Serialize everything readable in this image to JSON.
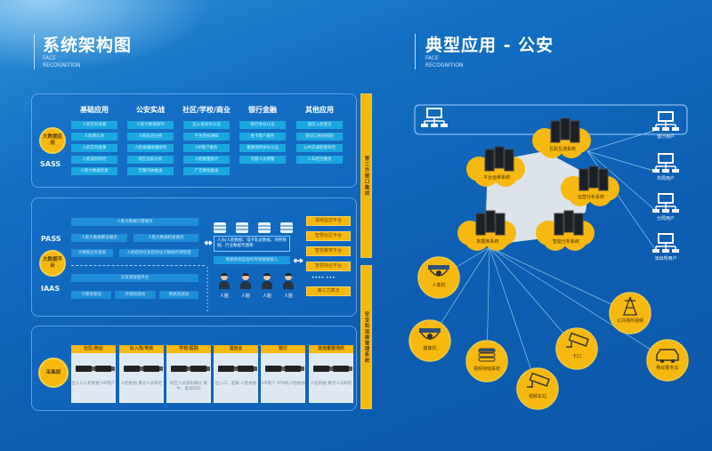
{
  "left": {
    "title": "系统架构图",
    "sub1": "FACE",
    "sub2": "RECOGNITION"
  },
  "right": {
    "title": "典型应用 - 公安",
    "sub1": "FACE",
    "sub2": "RECOGNITION"
  },
  "sass": {
    "layer": "SASS",
    "badge": "大数据应用",
    "columns": [
      {
        "head": "基础应用",
        "items": [
          "人脸实时采集",
          "人脸库比对",
          "人脸实时查重",
          "人脸案例布控",
          "人脸大数据检索"
        ]
      },
      {
        "head": "公安实战",
        "items": [
          "人脸大数据研判",
          "人脸轨迹分析",
          "人脸碰撞碰撞研判",
          "跨区追踪分析",
          "告警归纳推送"
        ]
      },
      {
        "head": "社区/学校/商业",
        "items": [
          "出入境身份认证",
          "学生到校通知",
          "VIP客户服务",
          "人脸数量统计",
          "广告精准推送"
        ]
      },
      {
        "head": "银行金融",
        "items": [
          "银行身份认证",
          "金卡客户服务",
          "重要场所身份认证",
          "可疑人员预警"
        ]
      },
      {
        "head": "其他应用",
        "items": [
          "酒店入住登记",
          "登记口身份核验",
          "公共交通智能布控",
          "人车结合服务"
        ]
      }
    ]
  },
  "paas": {
    "layer": "PASS",
    "badge": "大数据平台",
    "iaas_layer": "IAAS",
    "bars": [
      "人脸大数据引擎服务",
      "人脸大数据算法服务",
      "人脸大数据检索服务",
      "大数据业务系统",
      "人脸结构化及结构化大数据存储管理"
    ],
    "iaas_bars": [
      "云资源管理平台",
      "计算资源池",
      "存储资源池",
      "网络资源池"
    ],
    "data_box": "人员/人脸数据、电子轨迹数据、场所数据、行业数据专题库",
    "db_bar": "数据库类型视作传递数据接入",
    "people": [
      "人脸",
      "人脸",
      "人脸",
      "人脸"
    ],
    "platforms": [
      "视频监控平台",
      "智慧社区平台",
      "智慧教育平台",
      "智慧商业平台",
      "第三方算法"
    ],
    "dots": "•••• •••"
  },
  "vbars": {
    "top": "第三方接口集成",
    "bottom": "安全和运维管理系统"
  },
  "collect": {
    "badge": "采集层",
    "columns": [
      {
        "head": "社区/商业",
        "desc": "出入口人脸抓拍 VIP客户"
      },
      {
        "head": "出入境/地铁",
        "desc": "人脸抓拍 重点人员布控"
      },
      {
        "head": "学校/医院",
        "desc": "校区人员身份确认 黄牛、医闹布控"
      },
      {
        "head": "酒店业",
        "desc": "出入口、走廊 人脸抓拍"
      },
      {
        "head": "银行",
        "desc": "VIP客户 ATM机人脸抓拍"
      },
      {
        "head": "其他重要场所",
        "desc": "人脸抓拍 重点人员布控"
      }
    ]
  },
  "network": {
    "servers": [
      "互联互通系统",
      "平台运维系统",
      "运营分析系统",
      "数据库系统",
      "智能分析系统"
    ],
    "users": [
      "省厅用户",
      "市局用户",
      "分局用户",
      "派出所用户"
    ],
    "devices": [
      "人像机",
      "摄像机",
      "视频存储系统",
      "视频车站",
      "卡口",
      "公共场所视频",
      "移动警务车"
    ]
  },
  "colors": {
    "bg": "#0d5fb3",
    "accent": "#f7b90f",
    "cell": "#19a7e0"
  }
}
